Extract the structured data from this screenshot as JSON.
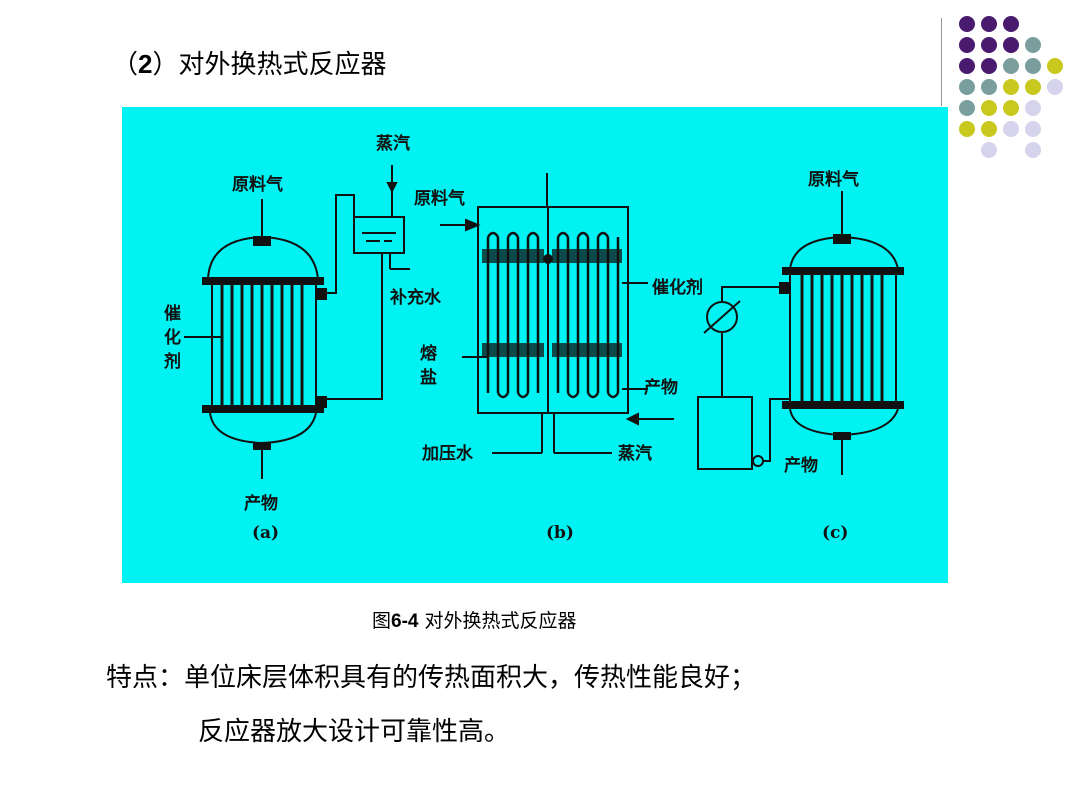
{
  "slide": {
    "title_prefix": "（",
    "title_number": "2",
    "title_rest": "）对外换热式反应器",
    "caption_prefix": "图",
    "caption_number": "6-4",
    "caption_rest": "  对外换热式反应器",
    "feature_label": "特点：",
    "feature_line1": "单位床层体积具有的传热面积大，传热性能良好；",
    "feature_line2": "反应器放大设计可靠性高。"
  },
  "figure": {
    "background": "#00f2f2",
    "a": {
      "feed": "原料气",
      "catalyst_v": [
        "催",
        "化",
        "剂"
      ],
      "product": "产物",
      "steam": "蒸汽",
      "makeup_water": "补充水",
      "tag": "(a)"
    },
    "b": {
      "feed": "原料气",
      "molten_salt": [
        "熔",
        "盐"
      ],
      "pressurized_water": "加压水",
      "steam": "蒸汽",
      "tag": "(b)"
    },
    "c": {
      "catalyst": "催化剂",
      "product_mid": "产物",
      "feed": "原料气",
      "product": "产物",
      "tag": "(c)"
    }
  },
  "decoration": {
    "dot_colors": {
      "purple": "#4a1a6e",
      "teal": "#7a9e9e",
      "olive": "#c8c81e",
      "lavender": "#d6d3ec"
    },
    "dot_grid": [
      [
        "purple",
        "purple",
        "purple",
        null,
        null
      ],
      [
        "purple",
        "purple",
        "purple",
        "teal",
        null
      ],
      [
        "purple",
        "purple",
        "teal",
        "teal",
        "olive"
      ],
      [
        "teal",
        "teal",
        "olive",
        "olive",
        "lavender"
      ],
      [
        "teal",
        "olive",
        "olive",
        "lavender",
        null
      ],
      [
        "olive",
        "olive",
        "lavender",
        "lavender",
        null
      ],
      [
        null,
        "lavender",
        null,
        "lavender",
        null
      ]
    ]
  }
}
